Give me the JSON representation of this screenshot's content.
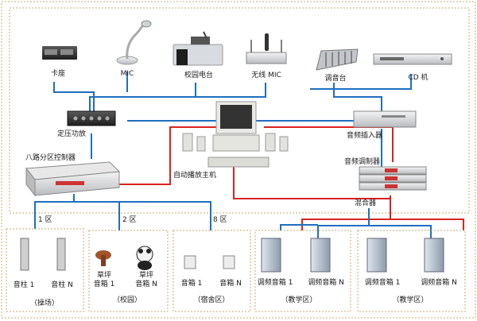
{
  "devices": {
    "cassette": "卡座",
    "mic": "MIC",
    "campus_station": "校园电台",
    "wireless_mic": "无线 MIC",
    "mixer": "调音台",
    "cd": "CD 机",
    "amplifier": "定压功放",
    "audio_plugin": "音频插入器",
    "zone_controller": "八路分区控制器",
    "host": "自动播放主机",
    "modulator": "音频调制器",
    "combiner": "混合器"
  },
  "zones": {
    "zone1": "1 区",
    "zone2": "2 区",
    "zone8": "8 区"
  },
  "areas": {
    "playground": {
      "name": "（操场）",
      "devices": [
        "音柱 1",
        "音柱 N"
      ]
    },
    "campus": {
      "name": "（校园）",
      "devices": [
        [
          "草坪",
          "音箱 1"
        ],
        [
          "草坪",
          "音箱 N"
        ]
      ]
    },
    "dorm": {
      "name": "（宿舍区）",
      "devices": [
        "音箱 1",
        "音箱 N"
      ]
    },
    "teaching1": {
      "name": "（教学区）",
      "devices": [
        "调频音箱 1",
        "调频音箱 N"
      ]
    },
    "teaching2": {
      "name": "（教学区）",
      "devices": [
        "调频音箱 1",
        "调频音箱 N"
      ]
    }
  },
  "colors": {
    "audio_line": "#1e6fbf",
    "rf_line": "#d8231f",
    "border": "#c9a873"
  }
}
